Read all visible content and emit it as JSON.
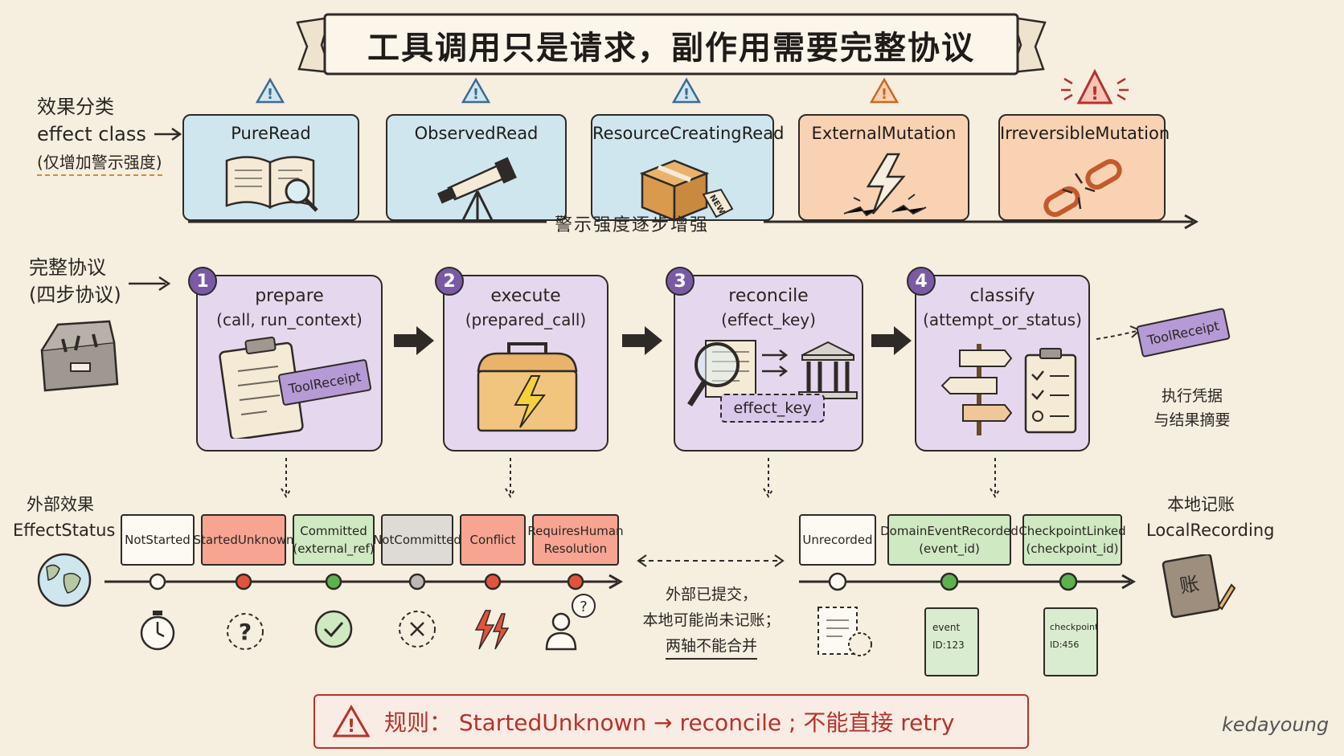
{
  "title": "工具调用只是请求，副作用需要完整协议",
  "effect_class": {
    "label_zh": "效果分类",
    "label_en": "effect class",
    "note": "(仅增加警示强度)",
    "items": [
      {
        "name": "PureRead"
      },
      {
        "name": "ObservedRead"
      },
      {
        "name": "ResourceCreatingRead",
        "tag": "NEW"
      },
      {
        "name": "ExternalMutation"
      },
      {
        "name": "IrreversibleMutation"
      }
    ],
    "gradient_label": "警示强度逐步增强"
  },
  "protocol": {
    "label_zh": "完整协议",
    "label_sub": "(四步协议)",
    "steps": [
      {
        "num": "1",
        "title": "prepare",
        "args": "(call, run_context)",
        "tag": "ToolReceipt"
      },
      {
        "num": "2",
        "title": "execute",
        "args": "(prepared_call)"
      },
      {
        "num": "3",
        "title": "reconcile",
        "args": "(effect_key)",
        "tag": "effect_key"
      },
      {
        "num": "4",
        "title": "classify",
        "args": "(attempt_or_status)"
      }
    ],
    "receipt": {
      "tag": "ToolReceipt",
      "line1": "执行凭据",
      "line2": "与结果摘要"
    }
  },
  "external": {
    "label_zh": "外部效果",
    "label_en": "EffectStatus",
    "statuses": [
      {
        "line1": "NotStarted",
        "line2": ""
      },
      {
        "line1": "StartedUnknown",
        "line2": ""
      },
      {
        "line1": "Committed",
        "line2": "(external_ref)"
      },
      {
        "line1": "NotCommitted",
        "line2": ""
      },
      {
        "line1": "Conflict",
        "line2": ""
      },
      {
        "line1": "RequiresHuman",
        "line2": "Resolution"
      }
    ]
  },
  "local": {
    "label_zh": "本地记账",
    "label_en": "LocalRecording",
    "book_glyph": "账",
    "statuses": [
      {
        "line1": "Unrecorded",
        "line2": ""
      },
      {
        "line1": "DomainEventRecorded",
        "line2": "(event_id)"
      },
      {
        "line1": "CheckpointLinked",
        "line2": "(checkpoint_id)"
      }
    ],
    "event_card": {
      "line1": "event",
      "line2": "ID:123"
    },
    "checkpoint_card": {
      "line1": "checkpoint",
      "line2": "ID:456"
    }
  },
  "middle_note": {
    "line1": "外部已提交，",
    "line2": "本地可能尚未记账；",
    "line3": "两轴不能合并"
  },
  "rule": {
    "text": "规则：  StartedUnknown → reconcile ; 不能直接 retry"
  },
  "signature": "kedayoung",
  "colors": {
    "purple": "#7a5aa6",
    "red": "#b8322a",
    "blue_box": "#cfe6ee",
    "orange_box": "#f8d2b3"
  }
}
